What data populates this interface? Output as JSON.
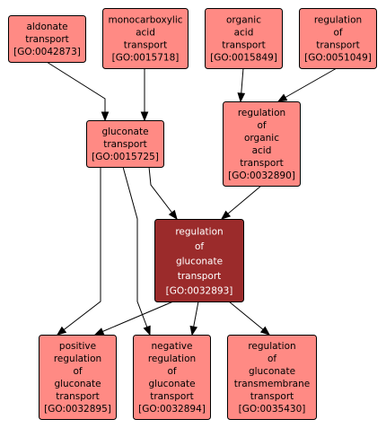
{
  "colors": {
    "node_fill": "#ff8a84",
    "focus_fill": "#9b2b2b",
    "border": "#000000",
    "text": "#000000",
    "focus_text": "#ffffff"
  },
  "nodes": [
    {
      "id": "GO:0042873",
      "lines": [
        "aldonate",
        "transport",
        "[GO:0042873]"
      ]
    },
    {
      "id": "GO:0015718",
      "lines": [
        "monocarboxylic",
        "acid",
        "transport",
        "[GO:0015718]"
      ]
    },
    {
      "id": "GO:0015849",
      "lines": [
        "organic",
        "acid",
        "transport",
        "[GO:0015849]"
      ]
    },
    {
      "id": "GO:0051049",
      "lines": [
        "regulation",
        "of",
        "transport",
        "[GO:0051049]"
      ]
    },
    {
      "id": "GO:0015725",
      "lines": [
        "gluconate",
        "transport",
        "[GO:0015725]"
      ]
    },
    {
      "id": "GO:0032890",
      "lines": [
        "regulation",
        "of",
        "organic",
        "acid",
        "transport",
        "[GO:0032890]"
      ]
    },
    {
      "id": "GO:0032893",
      "focus": true,
      "lines": [
        "regulation",
        "of",
        "gluconate",
        "transport",
        "[GO:0032893]"
      ]
    },
    {
      "id": "GO:0032895",
      "lines": [
        "positive",
        "regulation",
        "of",
        "gluconate",
        "transport",
        "[GO:0032895]"
      ]
    },
    {
      "id": "GO:0032894",
      "lines": [
        "negative",
        "regulation",
        "of",
        "gluconate",
        "transport",
        "[GO:0032894]"
      ]
    },
    {
      "id": "GO:0035430",
      "lines": [
        "regulation",
        "of",
        "gluconate",
        "transmembrane",
        "transport",
        "[GO:0035430]"
      ]
    }
  ],
  "edges": [
    {
      "from": "GO:0042873",
      "to": "GO:0015725"
    },
    {
      "from": "GO:0015718",
      "to": "GO:0015725"
    },
    {
      "from": "GO:0015849",
      "to": "GO:0032890"
    },
    {
      "from": "GO:0051049",
      "to": "GO:0032890"
    },
    {
      "from": "GO:0015725",
      "to": "GO:0032893"
    },
    {
      "from": "GO:0032890",
      "to": "GO:0032893"
    },
    {
      "from": "GO:0015725",
      "to": "GO:0032895"
    },
    {
      "from": "GO:0015725",
      "to": "GO:0032894"
    },
    {
      "from": "GO:0032893",
      "to": "GO:0032895"
    },
    {
      "from": "GO:0032893",
      "to": "GO:0032894"
    },
    {
      "from": "GO:0032893",
      "to": "GO:0035430"
    }
  ]
}
